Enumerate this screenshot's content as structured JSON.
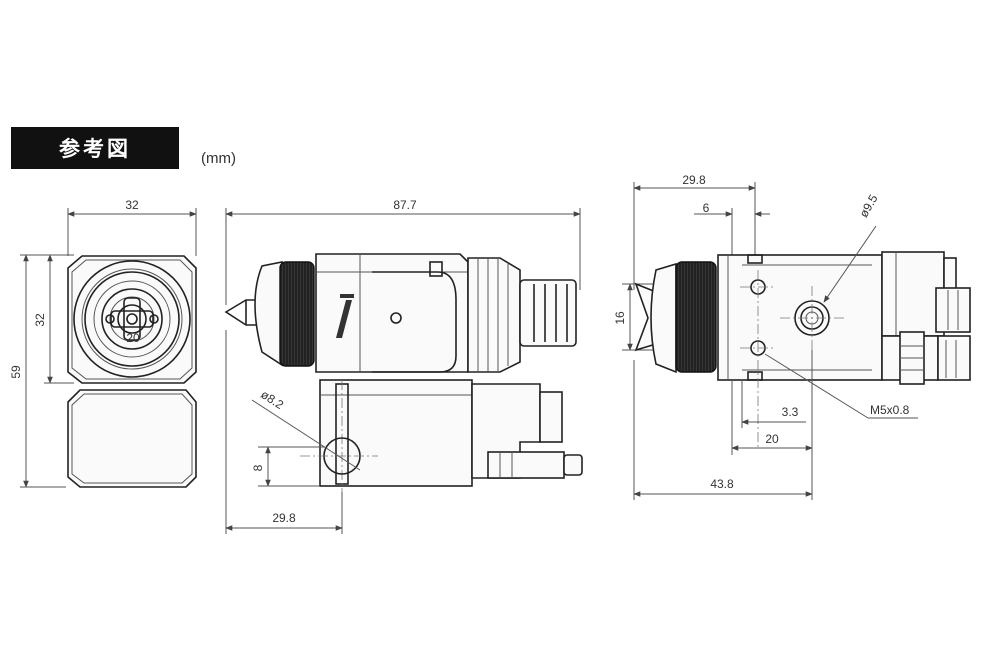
{
  "header": {
    "title": "参考図",
    "unit": "(mm)"
  },
  "front_view": {
    "width_top": "32",
    "height_inner": "32",
    "height_total": "59",
    "inner_label": "20"
  },
  "side_view": {
    "overall_length": "87.7",
    "hole_diameter": "ø8.2",
    "hole_height": "8",
    "hole_distance": "29.8"
  },
  "rear_view": {
    "top_dim": "29.8",
    "offset_dim": "6",
    "bore_diameter": "ø9.5",
    "height_dim": "16",
    "thread_label": "M5x0.8",
    "small_dim": "3.3",
    "mid_dim": "20",
    "overall_dim": "43.8"
  }
}
